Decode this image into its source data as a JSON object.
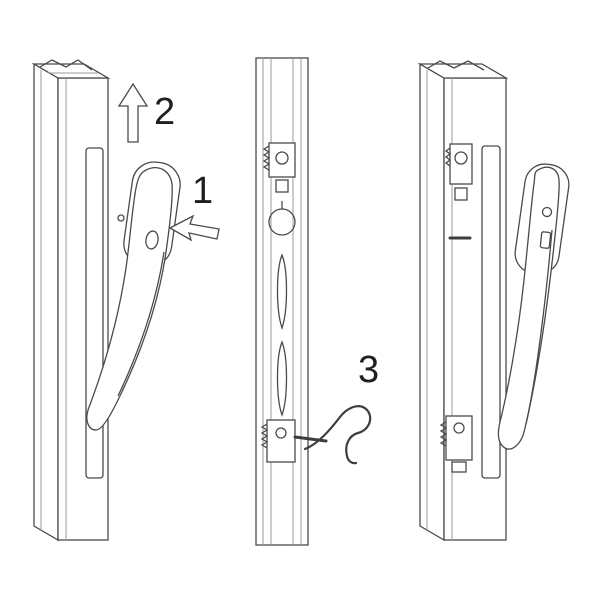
{
  "figure": {
    "type": "instruction-diagram",
    "background": "#ffffff",
    "line_color": "#4a4a4a",
    "label_color": "#1f1f1f"
  },
  "labels": {
    "step1": "1",
    "step2": "2",
    "step3": "3"
  }
}
